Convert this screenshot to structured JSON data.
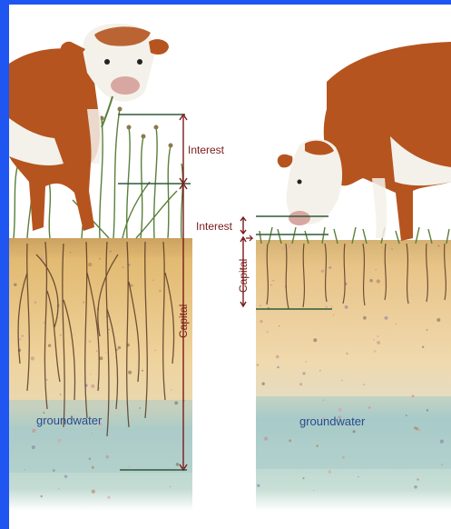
{
  "labels": {
    "left_interest": "Interest",
    "left_capital": "Capital",
    "left_groundwater": "groundwater",
    "right_interest": "Interest",
    "right_capital": "Capital",
    "right_groundwater": "groundwater"
  },
  "colors": {
    "frame": "#1f55f0",
    "label": "#7a1a1a",
    "marker_line": "#2f5a3a",
    "groundwater_text": "#2b4a8c",
    "cow_brown": "#b5541f",
    "cow_white": "#f4f1ea",
    "soil_top": "#e0b86e",
    "soil_mid": "#eccf97",
    "groundwater": "#a9cbc8",
    "grass": "#5a7f3a",
    "roots": "#5b3b26"
  }
}
